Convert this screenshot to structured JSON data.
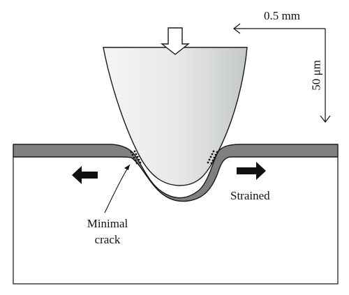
{
  "scale": {
    "horizontal_label": "0.5 mm",
    "vertical_label": "50 μm"
  },
  "labels": {
    "strained": "Strained",
    "minimal_line1": "Minimal",
    "minimal_line2": "crack"
  },
  "colors": {
    "coating": "#808080",
    "indenter_light": "#f4f5f5",
    "indenter_dark": "#c9cbcc",
    "outline": "#1a1a1a",
    "arrow_fill": "#111111"
  }
}
